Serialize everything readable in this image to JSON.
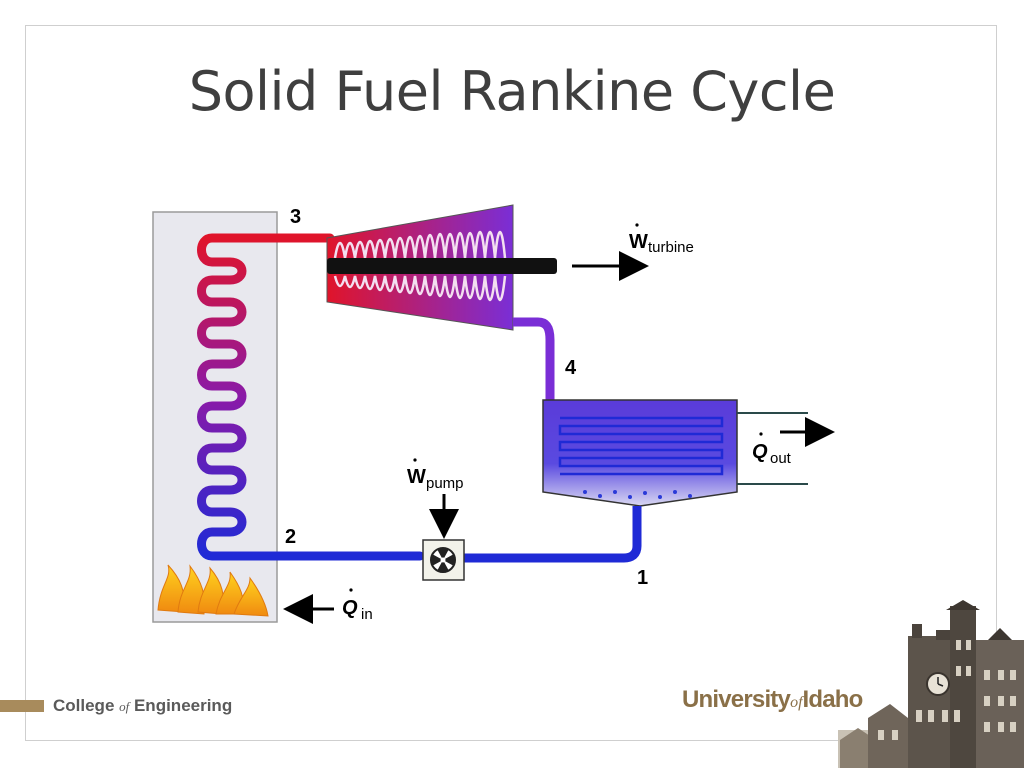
{
  "slide": {
    "title": "Solid Fuel Rankine Cycle"
  },
  "diagram": {
    "state_labels": {
      "s1": "1",
      "s2": "2",
      "s3": "3",
      "s4": "4"
    },
    "turbine_work": {
      "symbol": "W",
      "subscript": "turbine"
    },
    "pump_work": {
      "symbol": "W",
      "subscript": "pump"
    },
    "heat_out": {
      "symbol": "Q",
      "subscript": "out"
    },
    "heat_in": {
      "symbol": "Q",
      "subscript": "in"
    },
    "colors": {
      "hot": "#e0142a",
      "cold": "#1f2ad6",
      "mid": "#8a1aa8"
    }
  },
  "footer": {
    "college_prefix": "College ",
    "college_of": "of",
    "college_suffix": " Engineering",
    "uni_prefix": "University",
    "uni_of": "of",
    "uni_suffix": "Idaho"
  }
}
